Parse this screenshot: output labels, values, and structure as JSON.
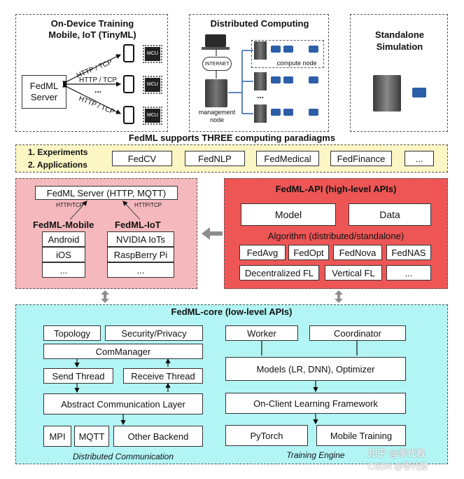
{
  "top": {
    "on_device": {
      "title": "On-Device Training\nMobile, IoT (TinyML)",
      "server_label": "FedML\nServer",
      "proto1": "HTTP / TCP",
      "proto2": "HTTP / TCP",
      "proto3": "HTTP / TCP",
      "ellipsis": "...",
      "mcu": "MCU"
    },
    "distributed": {
      "title": "Distributed Computing",
      "internet": "INTERNET",
      "compute_node": "compute node",
      "management_node": "management\nnode",
      "ellipsis": "..."
    },
    "standalone": {
      "title": "Standalone\nSimulation"
    },
    "caption": "FedML supports THREE computing paradiagms"
  },
  "applications": {
    "label1": "1. Experiments",
    "label2": "2. Applications",
    "items": [
      "FedCV",
      "FedNLP",
      "FedMedical",
      "FedFinance",
      "..."
    ]
  },
  "mobile_iot": {
    "server": "FedML Server (HTTP, MQTT)",
    "proto_left": "HTTP/TCP",
    "proto_right": "HTTP/TCP",
    "mobile_title": "FedML-Mobile",
    "iot_title": "FedML-IoT",
    "mobile_items": [
      "Android",
      "iOS",
      "..."
    ],
    "iot_items": [
      "NVIDIA IoTs",
      "RaspBerry Pi",
      "..."
    ]
  },
  "api": {
    "title": "FedML-API (high-level APIs)",
    "model": "Model",
    "data": "Data",
    "algorithm_label": "Algorithm (distributed/standalone)",
    "row1": [
      "FedAvg",
      "FedOpt",
      "FedNova",
      "FedNAS"
    ],
    "row2": [
      "Decentralized FL",
      "Vertical FL",
      "..."
    ]
  },
  "core": {
    "title": "FedML-core (low-level APIs)",
    "topology": "Topology",
    "security": "Security/Privacy",
    "commanager": "ComManager",
    "send_thread": "Send Thread",
    "receive_thread": "Receive Thread",
    "abstract_layer": "Abstract Communication Layer",
    "mpi": "MPI",
    "mqtt": "MQTT",
    "other_backend": "Other Backend",
    "dist_comm_label": "Distributed Communication",
    "worker": "Worker",
    "coordinator": "Coordinator",
    "models": "Models (LR, DNN), Optimizer",
    "on_client": "On-Client Learning Framework",
    "pytorch": "PyTorch",
    "mobile_training": "Mobile Training",
    "training_engine_label": "Training Engine"
  },
  "watermark": {
    "line1": "知乎 @季代教",
    "line2": "CSDN @季代教"
  },
  "colors": {
    "applications_bg": "#fbf6c4",
    "mobile_bg": "#f5b9bd",
    "api_bg": "#ee5656",
    "core_bg": "#b3f5f5",
    "arrow_gray": "#8d8d8d",
    "node_blue": "#2c5fa8"
  }
}
